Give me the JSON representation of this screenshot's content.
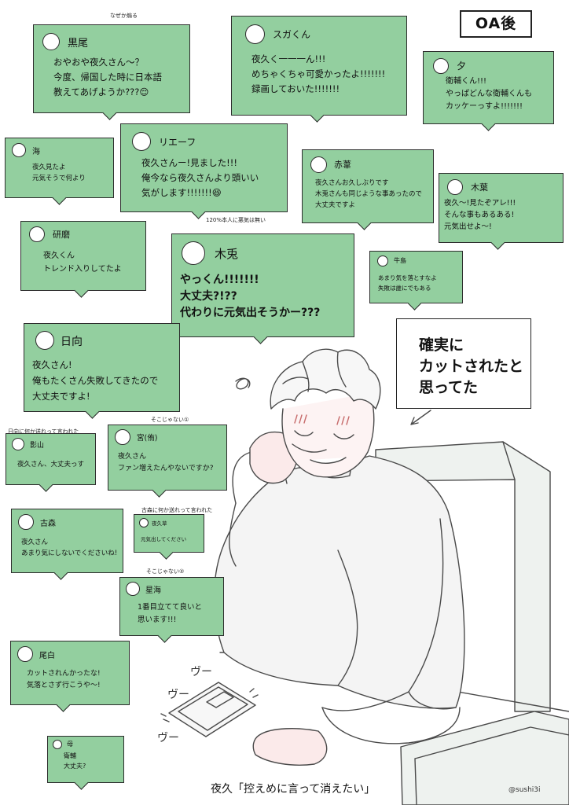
{
  "header": {
    "oa_label": "OA後"
  },
  "notes": {
    "kuroo": "なぜか煽る",
    "lev": "120%本人に悪気は無い",
    "kageyama": "日向に何か送れって言われた",
    "miya": "そこじゃない①",
    "komori": "古森に何か送れって言われた",
    "hoshiumi": "そこじゃない②"
  },
  "messages": {
    "kuroo": {
      "name": "黒尾",
      "text": "おやおや夜久さん〜？\n今度、帰国した時に日本語\n教えてあげようか???😌"
    },
    "suga": {
      "name": "スガくん",
      "text": "夜久く一一一ん!!!\nめちゃくちゃ可愛かったよ!!!!!!!\n録画しておいた!!!!!!!"
    },
    "yu": {
      "name": "夕",
      "text": "衛輔くん!!!\nやっぱどんな衛輔くんも\nカッケーっすよ!!!!!!!"
    },
    "kai": {
      "name": "海",
      "text": "夜久見たよ\n元気そうで何より"
    },
    "lev": {
      "name": "リエーフ",
      "text": "夜久さんー!見ました!!!\n俺今なら夜久さんより頭いい\n気がします!!!!!!!😆"
    },
    "akaashi": {
      "name": "赤葦",
      "text": "夜久さんお久しぶりです\n木兎さんも同じような事あったので\n大丈夫ですよ"
    },
    "konoha": {
      "name": "木葉",
      "text": "夜久〜!見たぞアレ!!!\nそんな事もあるある!\n元気出せよ〜!"
    },
    "kenma": {
      "name": "研磨",
      "text": "夜久くん\nトレンド入りしてたよ"
    },
    "bokuto": {
      "name": "木兎",
      "text": "やっくん!!!!!!!\n大丈夫?!??\n代わりに元気出そうかー???"
    },
    "ushijima": {
      "name": "牛島",
      "text": "あまり気を落とすなよ\n失敗は誰にでもある"
    },
    "hinata": {
      "name": "日向",
      "text": "夜久さん!\n俺もたくさん失敗してきたので\n大丈夫ですよ!"
    },
    "kageyama": {
      "name": "影山",
      "text": "夜久さん、大丈夫っす"
    },
    "miya": {
      "name": "宮(侑)",
      "text": "夜久さん\nファン増えたんやないですか?"
    },
    "komori": {
      "name": "古森",
      "text": "夜久さん\nあまり気にしないでくださいね!"
    },
    "yakuso": {
      "name": "夜久草",
      "text": "元気出してください"
    },
    "hoshiumi": {
      "name": "星海",
      "text": "1番目立てて良いと\n思います!!!"
    },
    "osamu": {
      "name": "尾白",
      "text": "カットされんかったな!\n気落とさず行こうや〜!"
    },
    "mother": {
      "name": "母",
      "text": "衛輔\n大丈夫?"
    }
  },
  "thought": {
    "text": "確実に\nカットされたと\n思ってた"
  },
  "sfx": {
    "vu1": "ヴー",
    "vu2": "ヴー",
    "vu3": "ヴー"
  },
  "caption": "夜久「控えめに言って消えたい」",
  "signature": "@sushi3i",
  "colors": {
    "bubble": "#93cf9f",
    "outline": "#2d2d2d"
  }
}
